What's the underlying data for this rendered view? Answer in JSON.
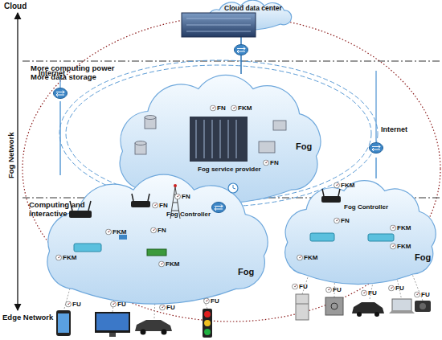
{
  "diagram": {
    "nodes": [
      {
        "text": [
          "Cloud data center"
        ]
      },
      {
        "text": [
          "Internet"
        ]
      },
      {
        "text": [
          "Fog"
        ]
      },
      {
        "text": [
          "Internet"
        ]
      },
      {
        "text": [
          "Fog"
        ]
      },
      {
        "text": [
          "Fog"
        ]
      }
    ],
    "edges": [
      {
        "from": 0,
        "to": 2,
        "arrow": "none"
      },
      {
        "from": 1,
        "to": 4,
        "arrow": "none"
      },
      {
        "from": 3,
        "to": 5,
        "arrow": "none"
      }
    ],
    "labels": [
      "Cloud",
      "Fog Network",
      "Edge Network",
      "More computing power More data storage",
      "Computing and interactive",
      "FN",
      "FKM",
      "Fog service provider",
      "FN",
      "FN",
      "FN",
      "Fog Controller",
      "FN",
      "FKM",
      "FKM",
      "FKM",
      "FU",
      "FU",
      "FU",
      "FU",
      "FKM",
      "Fog Controller",
      "FN",
      "FKM",
      "FKM",
      "FKM",
      "FU",
      "FU",
      "FU",
      "FU",
      "FU"
    ]
  }
}
